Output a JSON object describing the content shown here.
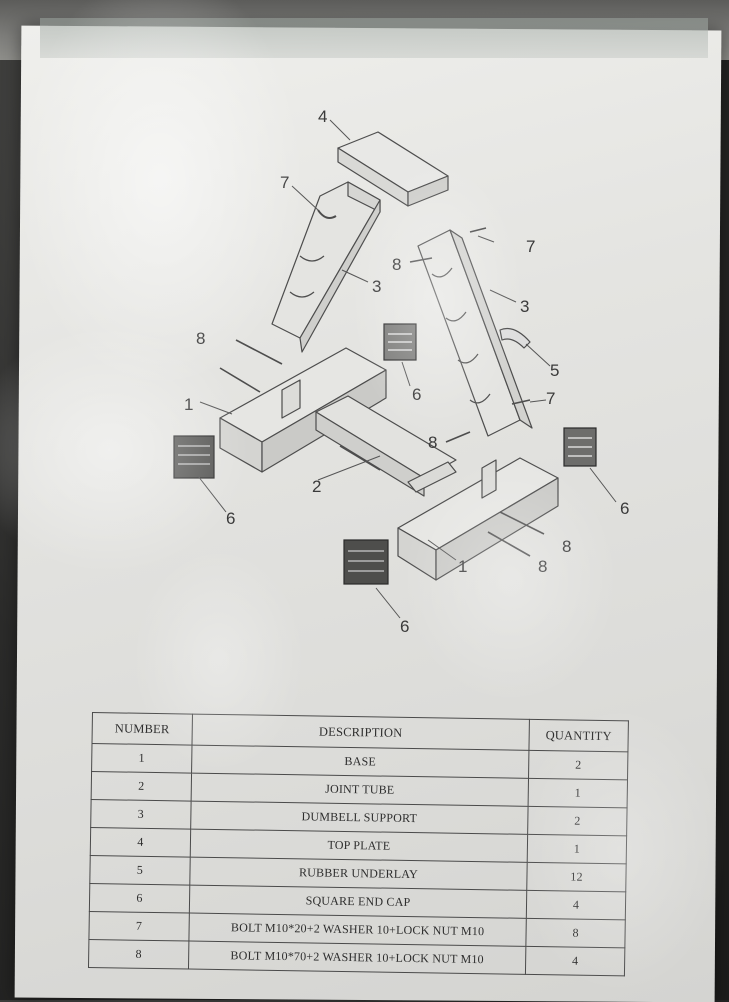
{
  "callouts": {
    "c4_top": "4",
    "c7_left": "7",
    "c3_left": "3",
    "c8_mid": "8",
    "c7_right": "7",
    "c3_right": "3",
    "c5": "5",
    "c7_right_low": "7",
    "c8_left": "8",
    "c1_left": "1",
    "c6_mid": "6",
    "c8_center": "8",
    "c2": "2",
    "c6_left": "6",
    "c6_right": "6",
    "c8_right_a": "8",
    "c8_right_b": "8",
    "c1_right": "1",
    "c6_bottom": "6"
  },
  "table": {
    "headers": [
      "NUMBER",
      "DESCRIPTION",
      "QUANTITY"
    ],
    "rows": [
      [
        "1",
        "BASE",
        "2"
      ],
      [
        "2",
        "JOINT TUBE",
        "1"
      ],
      [
        "3",
        "DUMBELL SUPPORT",
        "2"
      ],
      [
        "4",
        "TOP PLATE",
        "1"
      ],
      [
        "5",
        "RUBBER UNDERLAY",
        "12"
      ],
      [
        "6",
        "SQUARE END CAP",
        "4"
      ],
      [
        "7",
        "BOLT M10*20+2 WASHER 10+LOCK NUT M10",
        "8"
      ],
      [
        "8",
        "BOLT M10*70+2 WASHER 10+LOCK NUT M10",
        "4"
      ]
    ]
  }
}
